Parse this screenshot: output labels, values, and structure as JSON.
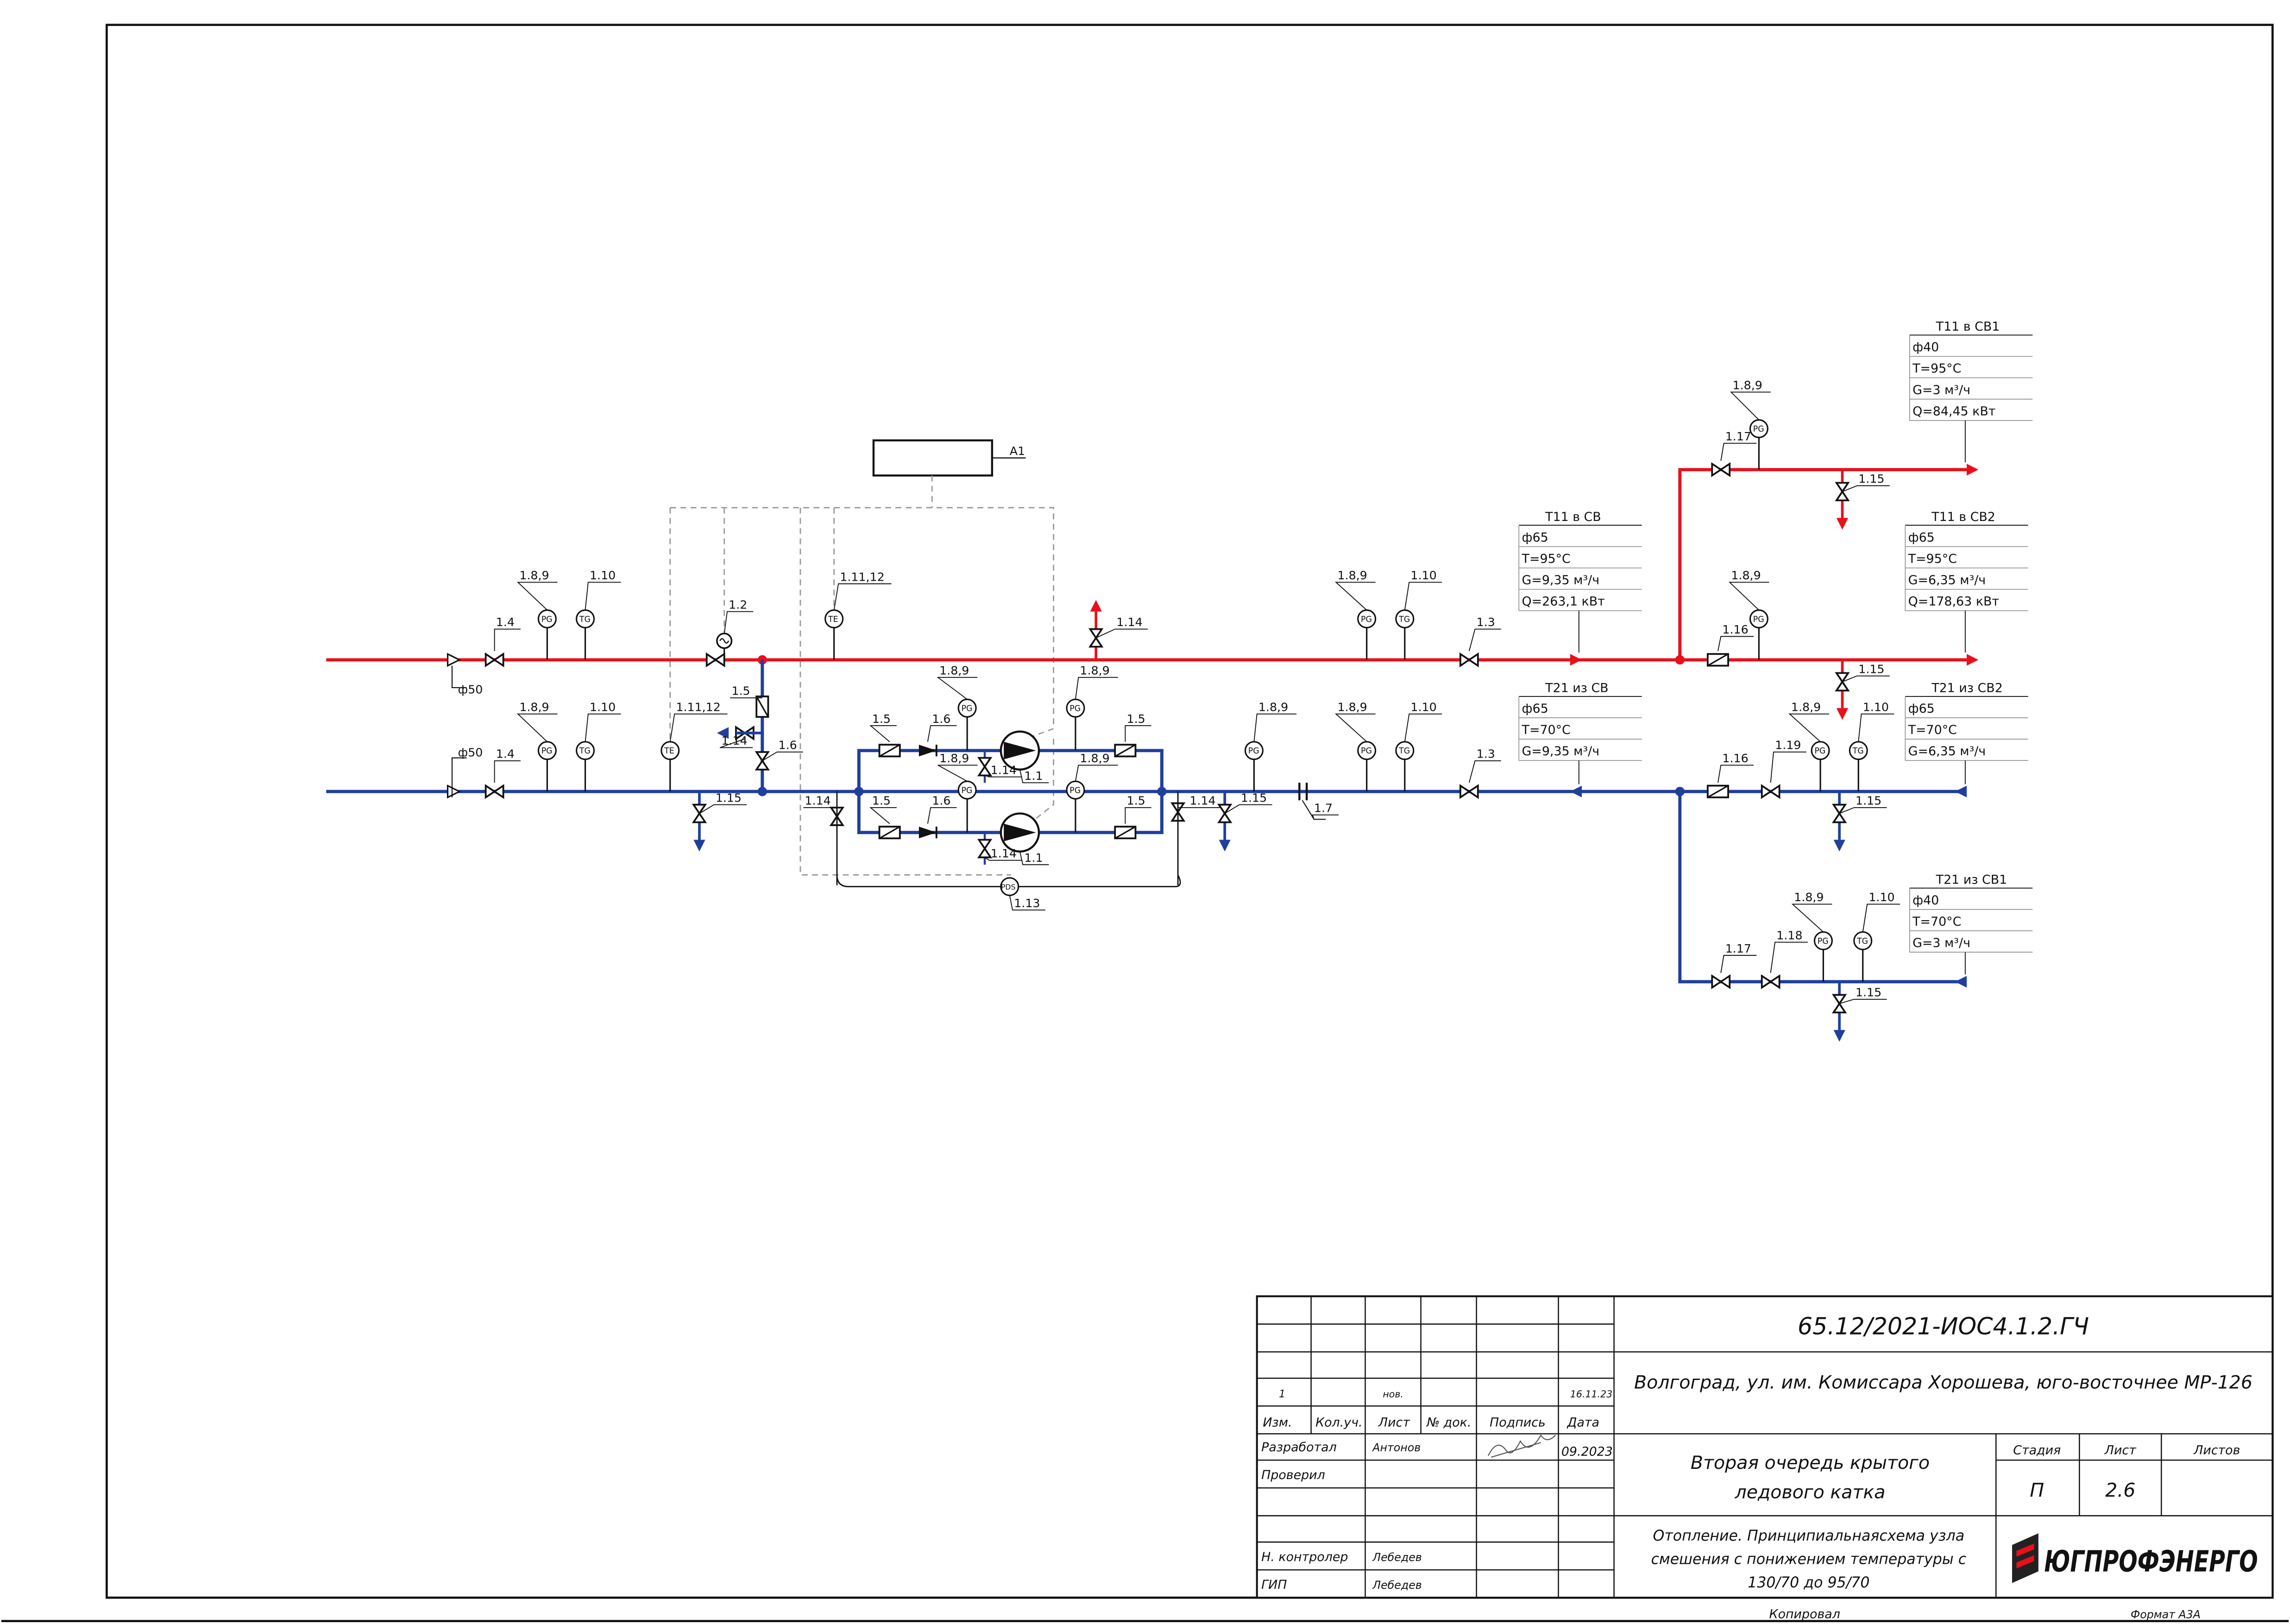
{
  "colors": {
    "supply": "#e8101a",
    "return": "#1f3f9e",
    "line": "#111111",
    "dashed": "#9a9a9a",
    "logo_dark": "#222222",
    "logo_accent": "#e8101a"
  },
  "controller": {
    "label": "A1"
  },
  "main_line": {
    "supply_dn": "ф50",
    "return_dn": "ф50"
  },
  "flag_labels": {
    "f_1_4_s": "1.4",
    "f_189_s1": "1.8,9",
    "f_110_s1": "1.10",
    "f_12": "1.2",
    "f_11112_s": "1.11,12",
    "f_114_top": "1.14",
    "f_189_s2": "1.8,9",
    "f_110_s2": "1.10",
    "f_13_s": "1.3",
    "f_1_4_r": "1.4",
    "f_189_r1": "1.8,9",
    "f_110_r1": "1.10",
    "f_11112_r": "1.11,12",
    "f_115_r1": "1.15",
    "f_15_byp": "1.5",
    "f_114_byp": "1.14",
    "f_16_byp": "1.6",
    "f_15_p1a": "1.5",
    "f_16_p1a": "1.6",
    "f_189_p1a": "1.8,9",
    "f_189_p1b": "1.8,9",
    "f_15_p1b": "1.5",
    "f_11_p1": "1.1",
    "f_114_p1": "1.14",
    "f_189_p2a": "1.8,9",
    "f_189_p2b": "1.8,9",
    "f_15_p2a": "1.5",
    "f_16_p2a": "1.6",
    "f_15_p2b": "1.5",
    "f_11_p2": "1.1",
    "f_114_p2": "1.14",
    "f_114_l": "1.14",
    "f_114_r": "1.14",
    "f_115_r2": "1.15",
    "f_17": "1.7",
    "f_189_r2": "1.8,9",
    "f_189_r3": "1.8,9",
    "f_110_r3": "1.10",
    "f_13_r": "1.3",
    "f_113": "1.13",
    "f_189_b1": "1.8,9",
    "f_117_b1": "1.17",
    "f_115_b1": "1.15",
    "f_189_b2": "1.8,9",
    "f_116_b2": "1.16",
    "f_115_b2": "1.15",
    "f_116_b3": "1.16",
    "f_119": "1.19",
    "f_189_b3": "1.8,9",
    "f_110_b3": "1.10",
    "f_115_b3": "1.15",
    "f_189_b4": "1.8,9",
    "f_110_b4": "1.10",
    "f_117_b4": "1.17",
    "f_118": "1.18",
    "f_115_b4": "1.15"
  },
  "instruments": {
    "pg": "PG",
    "tg": "TG",
    "te": "TE",
    "pds": "PDS"
  },
  "param_tables": [
    {
      "title": "T11 в СВ1",
      "rows": [
        "ф40",
        "T=95°C",
        "G=3 м³/ч",
        "Q=84,45 кВт"
      ]
    },
    {
      "title": "T11 в СВ",
      "rows": [
        "ф65",
        "T=95°C",
        "G=9,35 м³/ч",
        "Q=263,1 кВт"
      ]
    },
    {
      "title": "T11 в СВ2",
      "rows": [
        "ф65",
        "T=95°C",
        "G=6,35 м³/ч",
        "Q=178,63 кВт"
      ]
    },
    {
      "title": "T21 из СВ",
      "rows": [
        "ф65",
        "T=70°C",
        "G=9,35 м³/ч"
      ]
    },
    {
      "title": "T21 из СВ2",
      "rows": [
        "ф65",
        "T=70°C",
        "G=6,35 м³/ч"
      ]
    },
    {
      "title": "T21 из СВ1",
      "rows": [
        "ф40",
        "T=70°C",
        "G=3 м³/ч"
      ]
    }
  ],
  "title_block": {
    "doc_code": "65.12/2021-ИОС4.1.2.ГЧ",
    "address": "Волгоград, ул. им. Комиссара Хорошева, юго-восточнее МР-126",
    "project": "Вторая очередь крытого ледового катка",
    "sheet_title": "Отопление. Принципиальнаясхема узла смешения с понижением температуры с 130/70 до 95/70",
    "revision": {
      "izm": "1",
      "list": "нов.",
      "date": "16.11.23"
    },
    "headers": [
      "Изм.",
      "Кол.уч.",
      "Лист",
      "№ док.",
      "Подпись",
      "Дата"
    ],
    "people": [
      {
        "role": "Разработал",
        "name": "Антонов",
        "date": "09.2023"
      },
      {
        "role": "Проверил",
        "name": "",
        "date": ""
      },
      {
        "role": "Н. контролер",
        "name": "Лебедев",
        "date": ""
      },
      {
        "role": "ГИП",
        "name": "Лебедев",
        "date": ""
      }
    ],
    "stage_label": "Стадия",
    "sheet_label": "Лист",
    "sheets_label": "Листов",
    "stage": "П",
    "sheet_no": "2.6",
    "sheets": "",
    "company": "ЮГПРОФЭНЕРГО",
    "copied_label": "Копировал",
    "format_label": "Формат А3А"
  }
}
